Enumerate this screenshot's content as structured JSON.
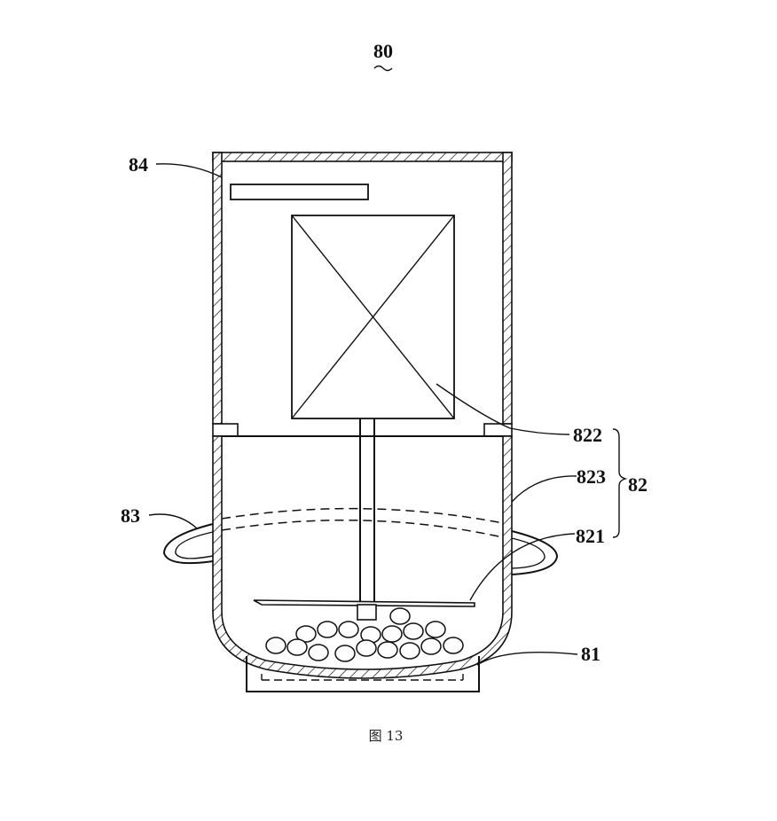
{
  "figure": {
    "reference_number": "80",
    "caption": "图 13"
  },
  "labels": {
    "l84": "84",
    "l83": "83",
    "l822": "822",
    "l823": "823",
    "l821": "821",
    "l82": "82",
    "l81": "81"
  },
  "colors": {
    "ink": "#111111",
    "background": "#ffffff"
  }
}
